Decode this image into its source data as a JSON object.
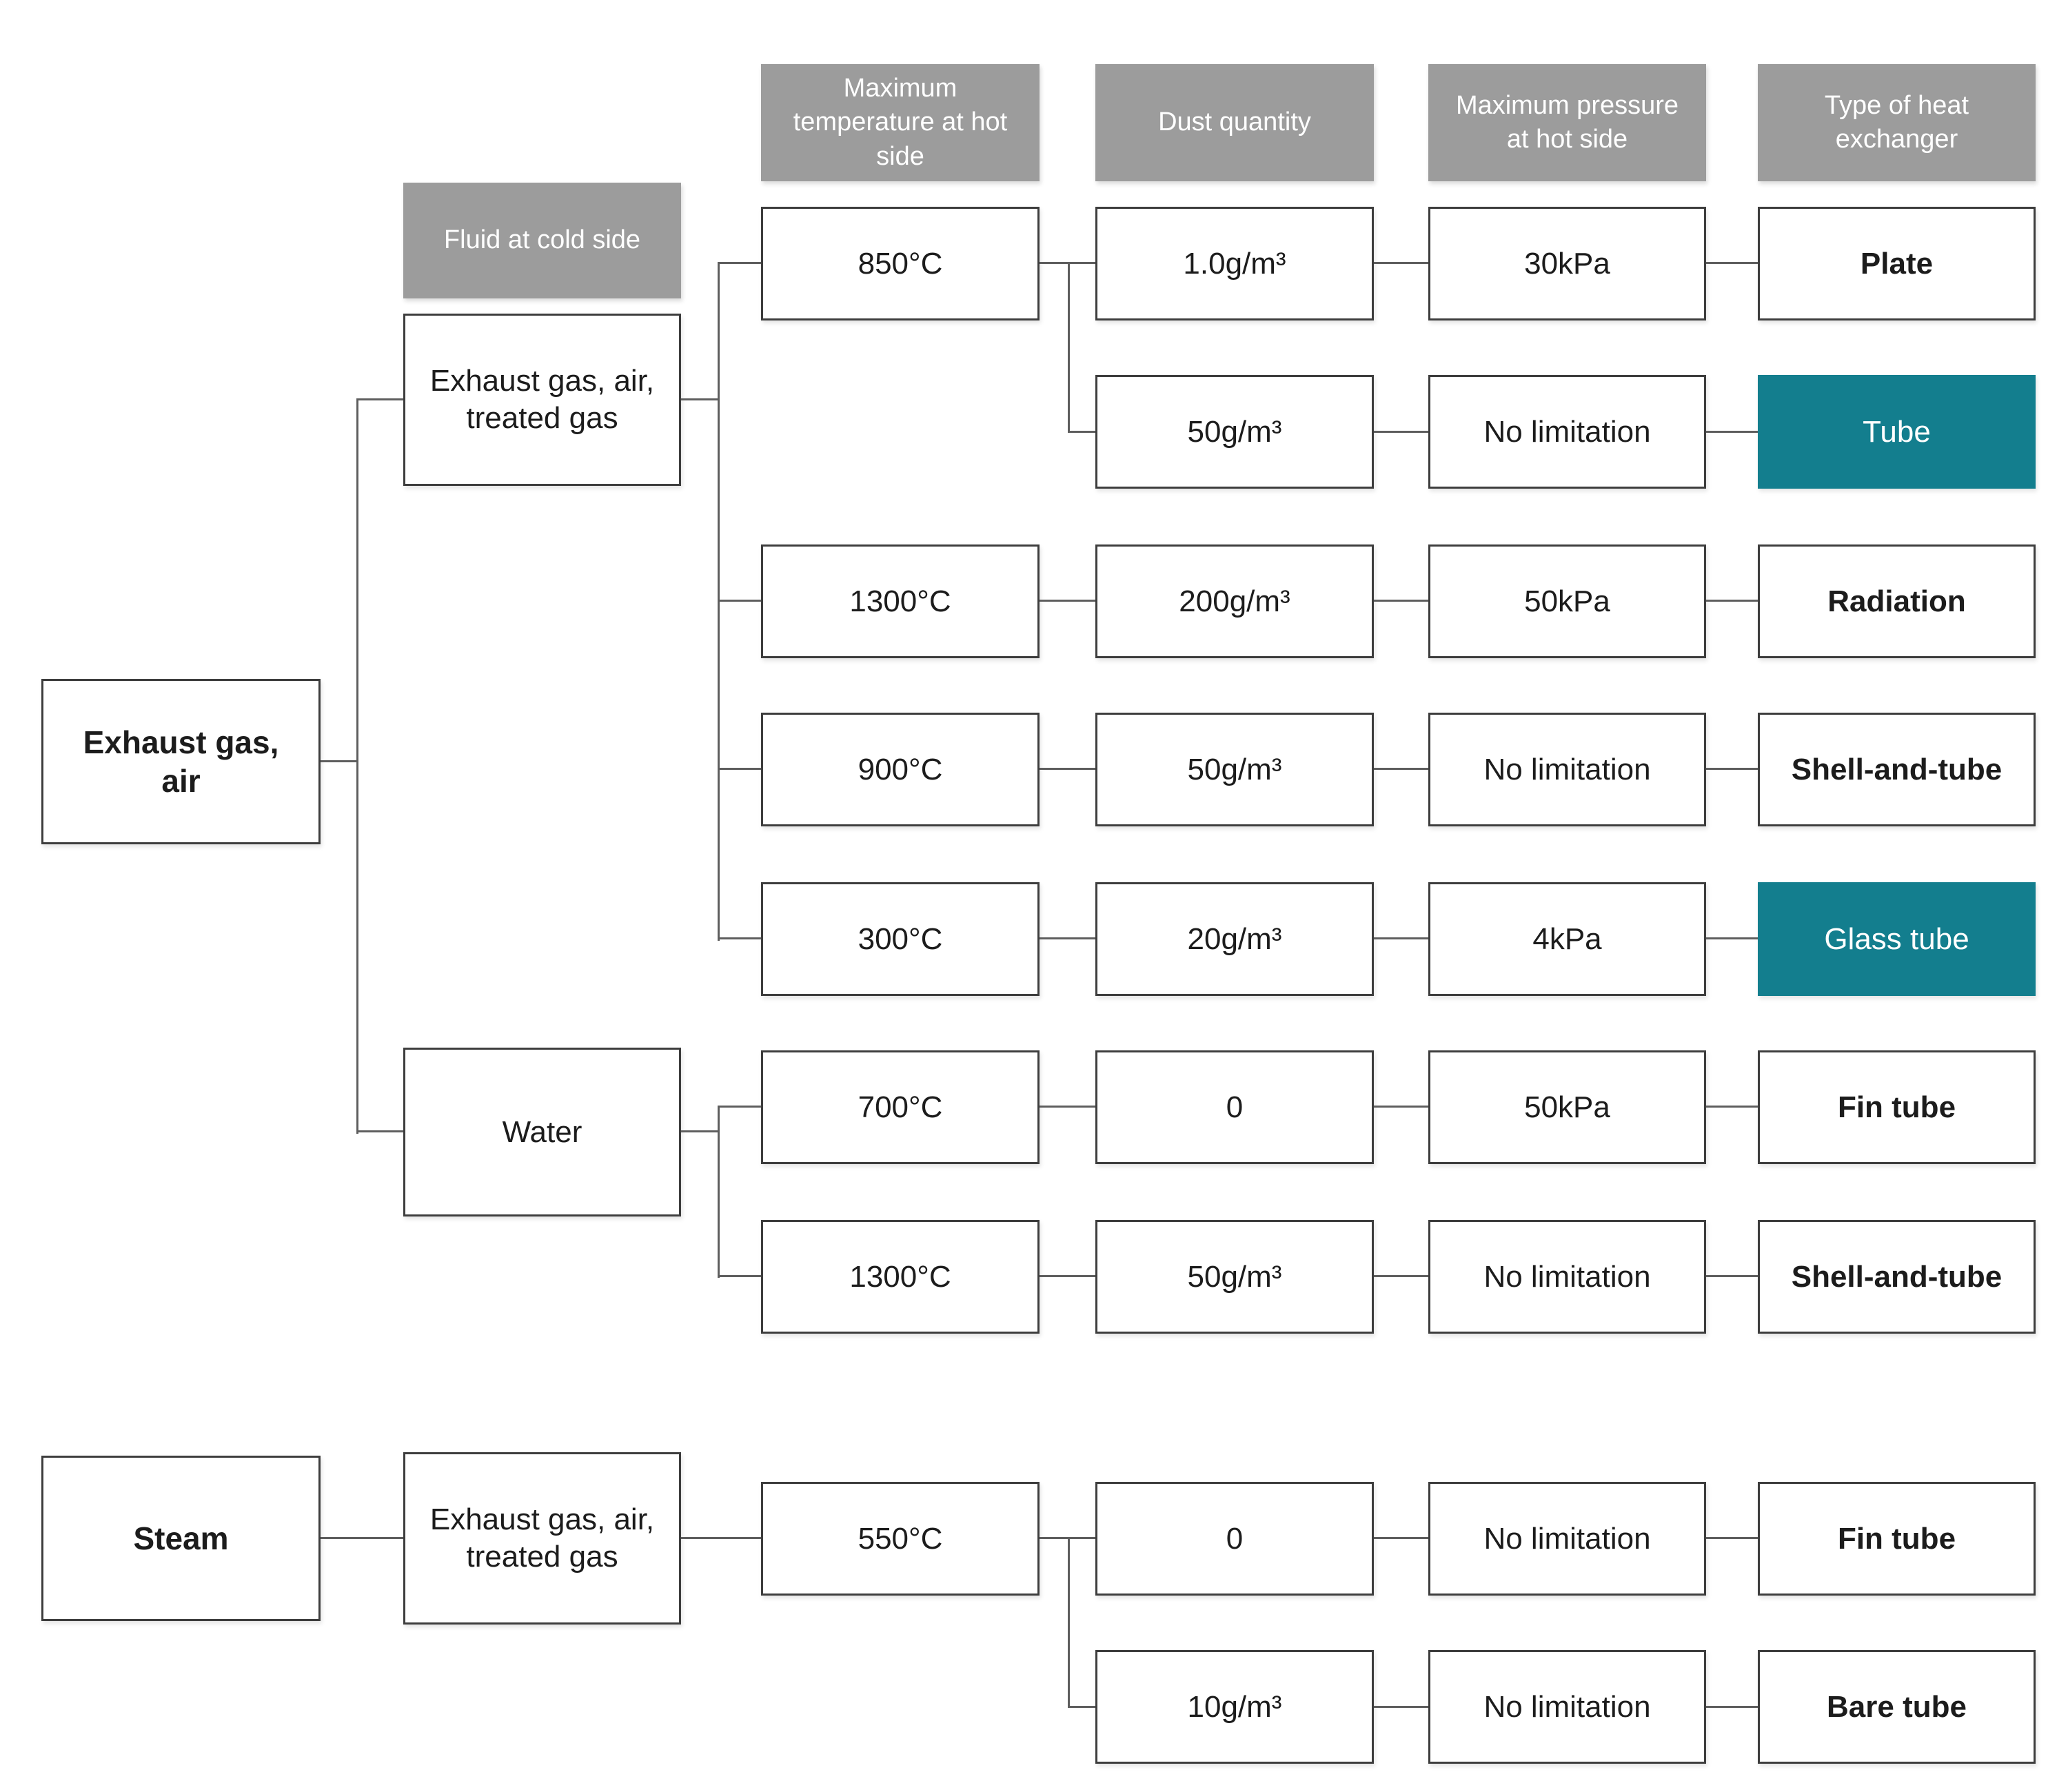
{
  "colors": {
    "header-bg": "#9c9c9c",
    "highlight-bg": "#137e8e",
    "line": "#5e5e5e",
    "border": "#3d3d3d",
    "box-bg": "#ffffff",
    "text": "#1c1c1c"
  },
  "headers": {
    "fluid": "Fluid at cold side",
    "temperature": "Maximum temperature at hot side",
    "dust": "Dust quantity",
    "pressure": "Maximum pressure at hot side",
    "type": "Type of heat exchanger"
  },
  "roots": [
    {
      "label": "Exhaust gas, air"
    },
    {
      "label": "Steam"
    }
  ],
  "fluids": [
    {
      "label": "Exhaust gas, air, treated gas"
    },
    {
      "label": "Water"
    },
    {
      "label": "Exhaust gas, air, treated gas"
    }
  ],
  "rows": [
    {
      "temp": "850°C",
      "dust": "1.0g/m³",
      "pressure": "30kPa",
      "type": "Plate",
      "highlight": false
    },
    {
      "dust": "50g/m³",
      "pressure": "No limitation",
      "type": "Tube",
      "highlight": true
    },
    {
      "temp": "1300°C",
      "dust": "200g/m³",
      "pressure": "50kPa",
      "type": "Radiation",
      "highlight": false
    },
    {
      "temp": "900°C",
      "dust": "50g/m³",
      "pressure": "No limitation",
      "type": "Shell-and-tube",
      "highlight": false
    },
    {
      "temp": "300°C",
      "dust": "20g/m³",
      "pressure": "4kPa",
      "type": "Glass tube",
      "highlight": true
    },
    {
      "temp": "700°C",
      "dust": "0",
      "pressure": "50kPa",
      "type": "Fin tube",
      "highlight": false
    },
    {
      "temp": "1300°C",
      "dust": "50g/m³",
      "pressure": "No limitation",
      "type": "Shell-and-tube",
      "highlight": false
    },
    {
      "temp": "550°C",
      "dust": "0",
      "pressure": "No limitation",
      "type": "Fin tube",
      "highlight": false
    },
    {
      "dust": "10g/m³",
      "pressure": "No limitation",
      "type": "Bare tube",
      "highlight": false
    }
  ]
}
